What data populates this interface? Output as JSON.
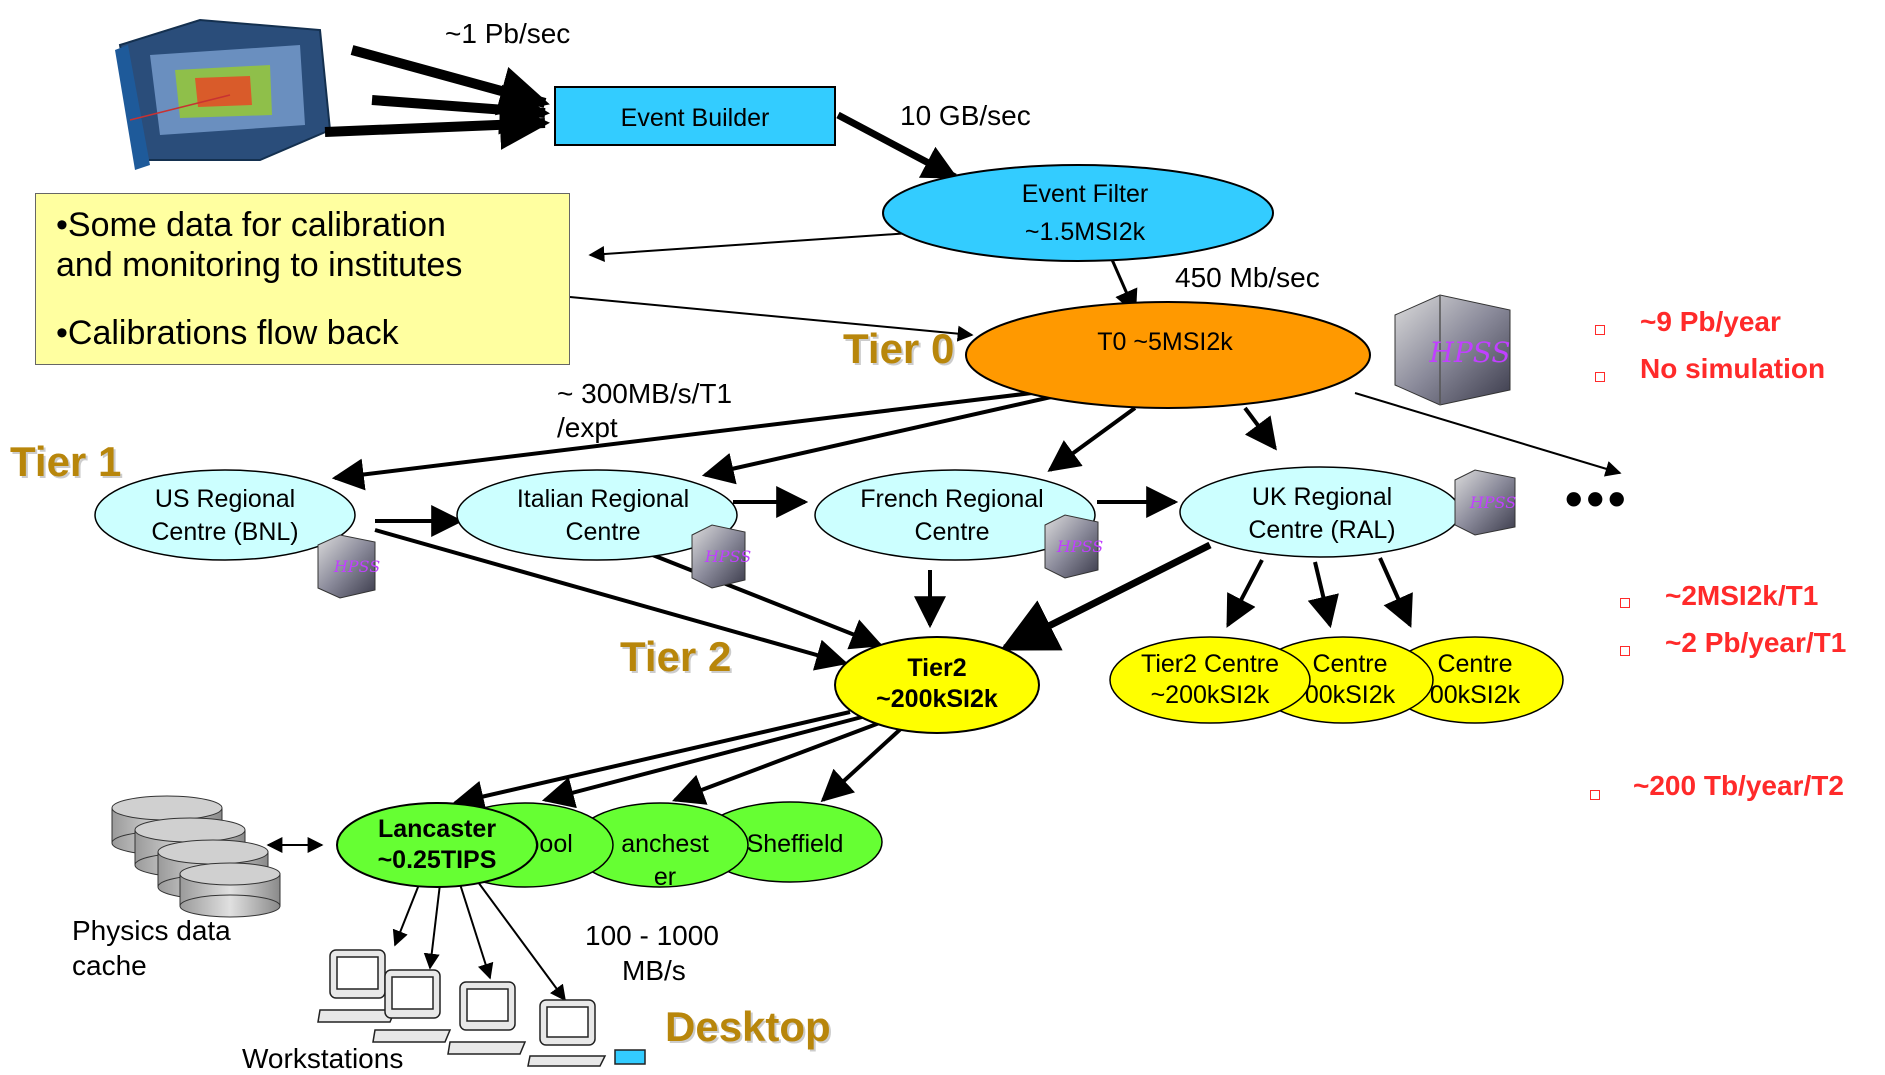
{
  "rates": {
    "detector_to_builder": "~1 Pb/sec",
    "builder_to_filter": "10 GB/sec",
    "filter_to_t0": "450 Mb/sec",
    "t0_to_t1_line1": "~ 300MB/s/T1",
    "t0_to_t1_line2": "/expt",
    "lancaster_to_desktop_line1": "100 - 1000",
    "lancaster_to_desktop_line2": "MB/s"
  },
  "nodes": {
    "event_builder": "Event Builder",
    "event_filter": {
      "line1": "Event Filter",
      "line2": "~1.5MSI2k"
    },
    "t0": "T0 ~5MSI2k",
    "us_regional": {
      "line1": "US Regional",
      "line2": "Centre (BNL)"
    },
    "italian_regional": {
      "line1": "Italian Regional",
      "line2": "Centre"
    },
    "french_regional": {
      "line1": "French Regional",
      "line2": "Centre"
    },
    "uk_regional": {
      "line1": "UK Regional",
      "line2": "Centre (RAL)"
    },
    "tier2_main": {
      "line1": "Tier2",
      "line2": "~200kSI2k"
    },
    "tier2_centre_a": {
      "line1": "Tier2 Centre",
      "line2": "~200kSI2k"
    },
    "tier2_centre_b": {
      "line1": "Centre",
      "line2": "00kSI2k"
    },
    "tier2_centre_c": {
      "line1": "Centre",
      "line2": "00kSI2k"
    },
    "lancaster": {
      "line1": "Lancaster",
      "line2": "~0.25TIPS"
    },
    "liverpool": "rpool",
    "manchester": {
      "line1": "anchest",
      "line2": "er"
    },
    "sheffield": "Sheffield"
  },
  "callout": {
    "line1": "•Some data for calibration",
    "line2": "and monitoring to institutes",
    "line3": "•Calibrations flow back"
  },
  "tiers": {
    "tier0": "Tier 0",
    "tier1": "Tier 1",
    "tier2": "Tier 2",
    "desktop": "Desktop"
  },
  "stats": {
    "t0_storage": "~9 Pb/year",
    "t0_simulation": "No simulation",
    "t1_cpu": "~2MSI2k/T1",
    "t1_storage": "~2 Pb/year/T1",
    "t2_storage": "~200 Tb/year/T2"
  },
  "labels": {
    "physics_cache_line1": "Physics data",
    "physics_cache_line2": "cache",
    "workstations": "Workstations",
    "hpss": "HPSS",
    "ellipsis": "•••"
  },
  "colors": {
    "event_builder_fill": "#33ccff",
    "event_filter_fill": "#33ccff",
    "t0_fill": "#ff9900",
    "regional_fill": "#ccffff",
    "tier2_fill": "#ffff00",
    "lancaster_fill": "#66ff33",
    "tier_label": "#b8860b",
    "stat_text": "#ff2a2a",
    "callout_fill": "#ffffa0"
  }
}
